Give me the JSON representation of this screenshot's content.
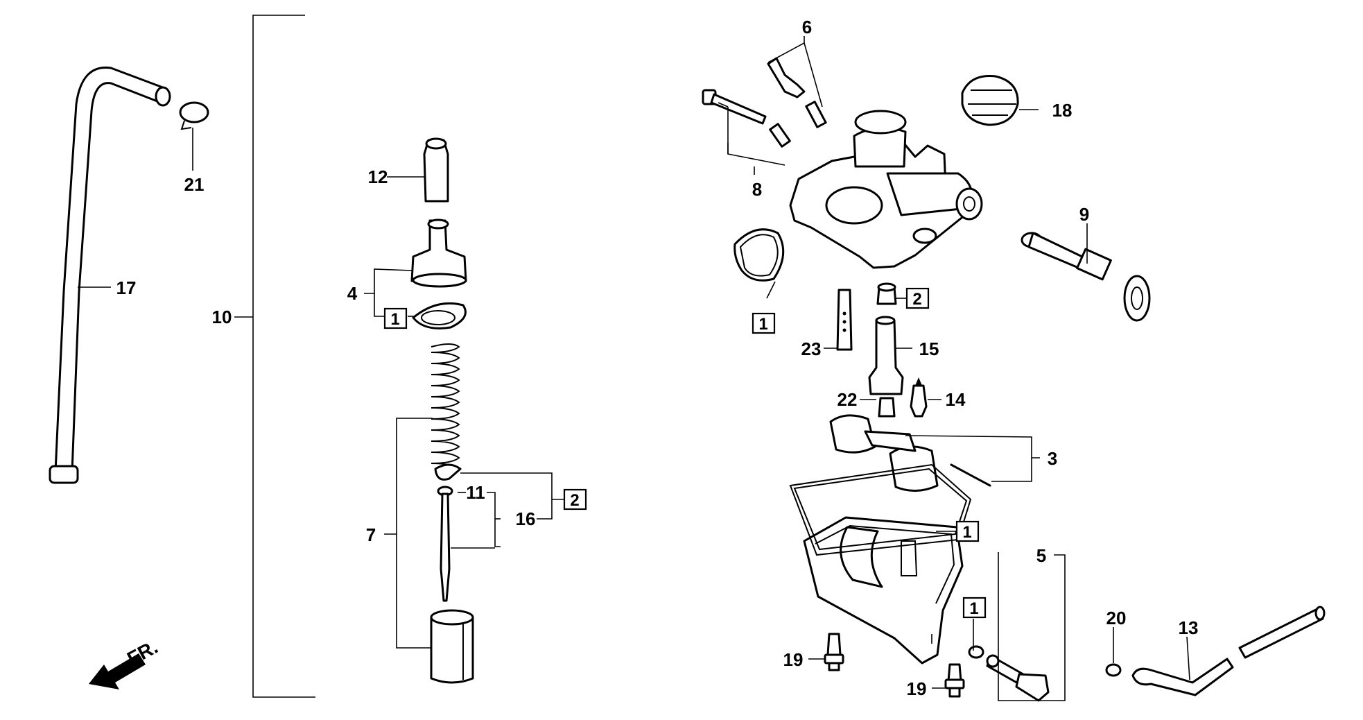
{
  "diagram": {
    "direction_label": "FR.",
    "callouts": {
      "c1": "1",
      "c2": "2",
      "c3": "3",
      "c4": "4",
      "c5": "5",
      "c6": "6",
      "c7": "7",
      "c8": "8",
      "c9": "9",
      "c10": "10",
      "c11": "11",
      "c12": "12",
      "c13": "13",
      "c14": "14",
      "c15": "15",
      "c16": "16",
      "c17": "17",
      "c18": "18",
      "c19": "19",
      "c20": "20",
      "c21": "21",
      "c22": "22",
      "c23": "23"
    },
    "boxed": {
      "b1": "1",
      "b2": "2"
    }
  }
}
